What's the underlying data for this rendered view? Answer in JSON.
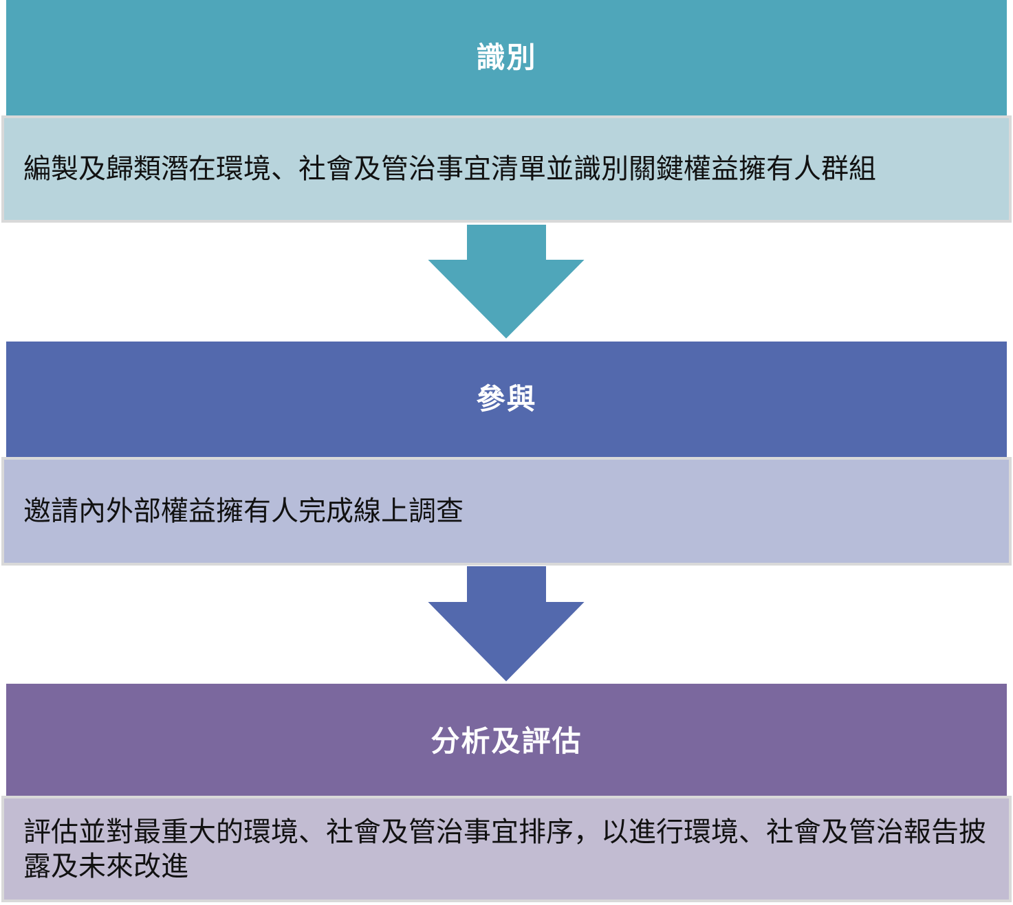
{
  "steps": [
    {
      "title": "識別",
      "description": "編製及歸類潛在環境、社會及管治事宜清單並識別關鍵權益擁有人群組",
      "header_color": "#4fa6ba",
      "panel_color": "#b8d4dc"
    },
    {
      "title": "參與",
      "description": "邀請內外部權益擁有人完成線上調查",
      "header_color": "#5369ad",
      "panel_color": "#b7bdd9"
    },
    {
      "title": "分析及評估",
      "description": "評估並對最重大的環境、社會及管治事宜排序，以進行環境、社會及管治報告披露及未來改進",
      "header_color": "#7b689e",
      "panel_color": "#c2bcd2"
    }
  ],
  "arrows": [
    {
      "color": "#4fa6ba"
    },
    {
      "color": "#5369ad"
    }
  ]
}
